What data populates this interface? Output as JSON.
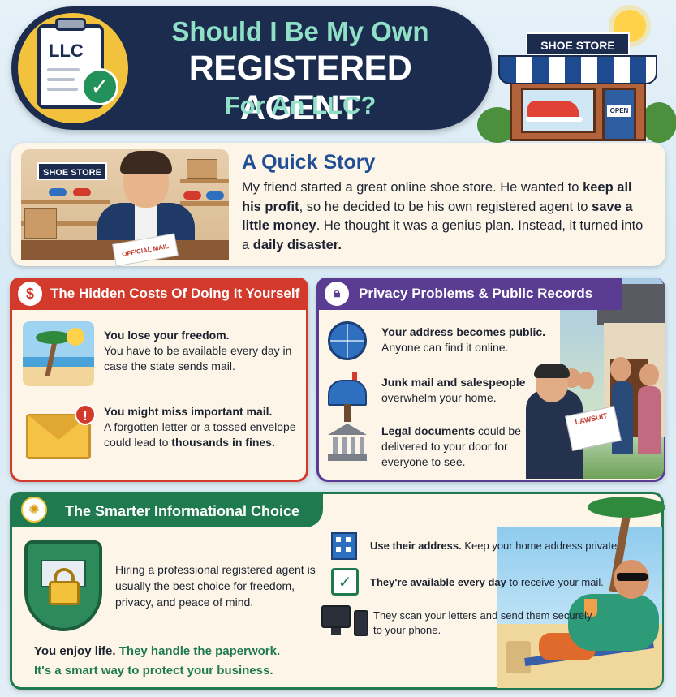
{
  "header": {
    "title_line1": "Should I Be My Own",
    "title_line2": "REGISTERED AGENT",
    "title_line3": "For An LLC?",
    "badge_label": "LLC",
    "store_sign": "SHOE STORE",
    "open_sign": "OPEN"
  },
  "story": {
    "title": "A Quick Story",
    "image_sign": "SHOE STORE",
    "image_mail": "OFFICIAL MAIL",
    "text_parts": [
      "My friend started a great online shoe store. He wanted to ",
      "keep all his profit",
      ", so he decided to be his own registered agent to ",
      "save a little money",
      ". He thought it was a genius plan. Instead, it turned into a ",
      "daily disaster."
    ]
  },
  "costs": {
    "title": "The Hidden Costs Of Doing It Yourself",
    "icon_symbol": "$",
    "items": [
      {
        "icon": "beach-icon",
        "bold": "You lose your freedom.",
        "text": "You have to be available every day in case the state sends mail."
      },
      {
        "icon": "envelope-alert-icon",
        "bold": "You might miss important mail.",
        "text": "A forgotten letter or a tossed envelope could lead to ",
        "text_bold_end": "thousands in fines."
      }
    ],
    "alert_symbol": "!"
  },
  "privacy": {
    "title": "Privacy Problems & Public Records",
    "items": [
      {
        "icon": "globe-icon",
        "bold": "Your address becomes public.",
        "text": "Anyone can find it online."
      },
      {
        "icon": "mailbox-icon",
        "bold": "Junk mail and salespeople",
        "text": "overwhelm your home."
      },
      {
        "icon": "courthouse-icon",
        "bold": "Legal documents",
        "text": "could be delivered to your door for everyone to see."
      }
    ],
    "paper_label": "LAWSUIT"
  },
  "smart": {
    "title": "The Smarter Informational Choice",
    "description": "Hiring a professional registered agent is usually the best choice for freedom, privacy, and peace of mind.",
    "enjoy_part1": "You enjoy life.",
    "enjoy_part2": "They handle the paperwork.",
    "closing": "It's a smart way to protect your business.",
    "benefits": [
      {
        "icon": "office-building-icon",
        "bold": "Use their address.",
        "text": "Keep your home address private."
      },
      {
        "icon": "calendar-check-icon",
        "bold": "They're available every day",
        "text": "to receive your mail."
      },
      {
        "icon": "devices-icon",
        "bold": "",
        "text": "They scan your letters and send them securely to your phone."
      }
    ]
  },
  "colors": {
    "navy": "#1b2c4f",
    "mint": "#8fe0c6",
    "red": "#d33a2c",
    "purple": "#5a3c92",
    "green": "#1f7a4f",
    "blue_title": "#1f4e96"
  }
}
